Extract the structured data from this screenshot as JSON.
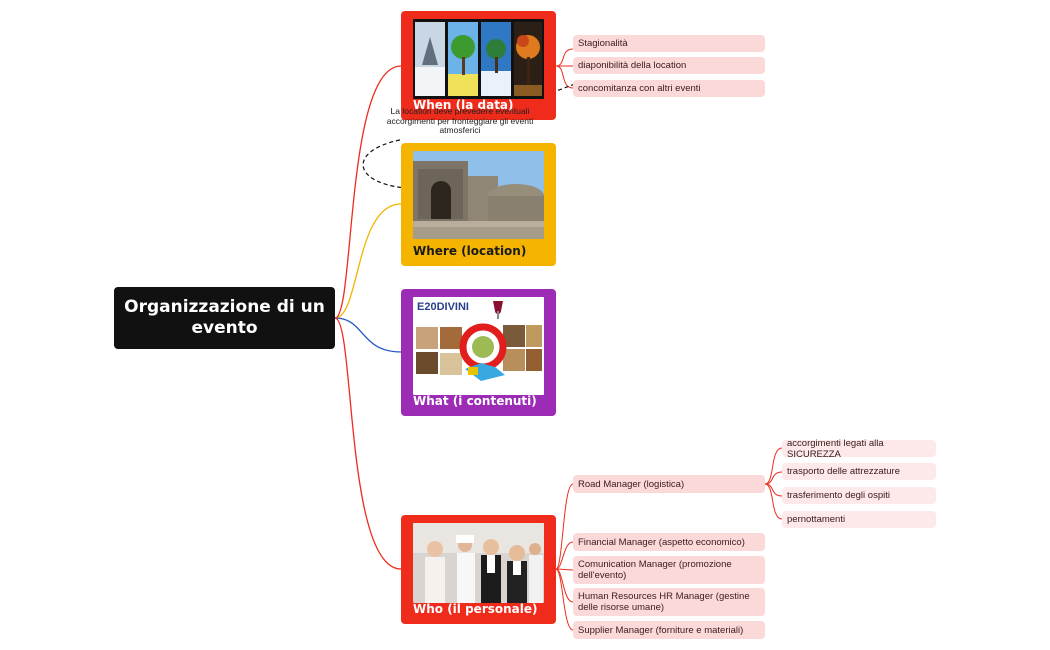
{
  "root": {
    "title": "Organizzazione di un evento"
  },
  "branches": {
    "when": {
      "label": "When (la data)",
      "color": "#ef2b1c"
    },
    "where": {
      "label": "Where (location)",
      "color": "#f4b400"
    },
    "what": {
      "label": "What (i contenuti)",
      "color": "#9c2bb5",
      "logo_text": "E20DIVINI"
    },
    "who": {
      "label": "Who (il personale)",
      "color": "#ef2b1c"
    }
  },
  "when_items": [
    "Stagionalità",
    "diaponibilità della location",
    "concomitanza con altri eventi"
  ],
  "annotation": "La location deve prevedere eventuali accorgimenti per fronteggiare gli eventi atmosferici",
  "who_items": [
    "Road Manager (logistica)",
    "Financial Manager (aspetto economico)",
    "Comunication Manager (promozione dell'evento)",
    "Human Resources HR Manager (gestine delle risorse umane)",
    "Supplier Manager (forniture e materiali)"
  ],
  "road_manager_items": [
    "accorgimenti legati alla SICUREZZA",
    "trasporto delle attrezzature",
    "trasferimento degli ospiti",
    "pernottamenti"
  ],
  "colors": {
    "red": "#ef2b1c",
    "yellow": "#f4b400",
    "blue": "#2456c9",
    "leaf": "#fcd9d9",
    "root": "#111111"
  },
  "icons": [
    "seasons-photo",
    "castle-photo",
    "wine-event-photo",
    "staff-photo"
  ]
}
